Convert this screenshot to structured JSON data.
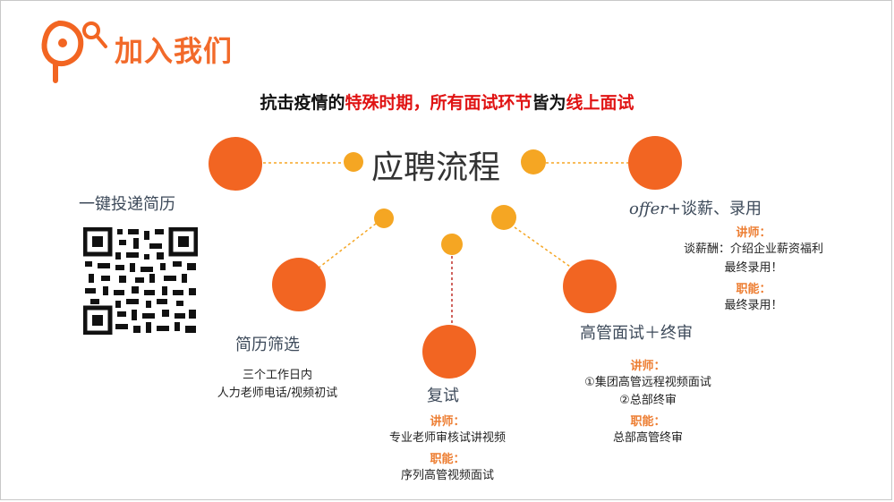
{
  "header": {
    "title": "加入我们"
  },
  "subtitle": {
    "part1": "抗击疫情的",
    "part2": "特殊时期，所有面试环节",
    "part3": "皆为",
    "part4": "线上面试"
  },
  "center_title": "应聘流程",
  "left_label": "一键投递简历",
  "stages": {
    "resume": {
      "title": "简历筛选",
      "line1": "三个工作日内",
      "line2": "人力老师电话/视频初试"
    },
    "retest": {
      "title": "复试",
      "lecturer_label": "讲师：",
      "lecturer": "专业老师审核试讲视频",
      "function_label": "职能：",
      "function": "序列高管视频面试"
    },
    "exec": {
      "title": "高管面试＋终审",
      "lecturer_label": "讲师：",
      "lecturer1": "①集团高管远程视频面试",
      "lecturer2": "②总部终审",
      "function_label": "职能：",
      "function": "总部高管终审"
    },
    "offer": {
      "title_latin": "offer",
      "title_rest": "+谈薪、录用",
      "lecturer_label": "讲师：",
      "lecturer1": "谈薪酬：介绍企业薪资福利",
      "lecturer2": "最终录用！",
      "function_label": "职能：",
      "function": "最终录用！"
    }
  },
  "colors": {
    "orange": "#f26522",
    "yellow": "#f5a623",
    "title_orange": "#f26a2a",
    "red": "#e01313",
    "role_orange": "#ed7d31"
  },
  "icons": {
    "logo": "speech-bubble-logo-icon",
    "qr": "qr-code-icon"
  }
}
